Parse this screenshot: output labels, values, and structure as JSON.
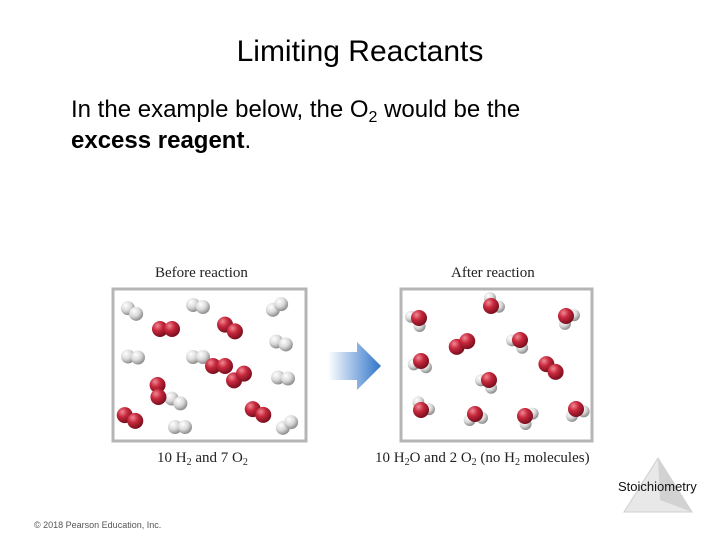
{
  "slide": {
    "title": "Limiting Reactants",
    "body_prefix": "In the example below, the O",
    "body_sub": "2",
    "body_mid": " would be the",
    "body_bold": "excess reagent",
    "body_end": ".",
    "footer": "© 2018 Pearson Education, Inc.",
    "section_label": "Stoichiometry"
  },
  "figure": {
    "before_title": "Before reaction",
    "after_title": "After reaction",
    "before_caption": {
      "a": "10 H",
      "a_sub": "2",
      "b": " and 7 O",
      "b_sub": "2"
    },
    "after_caption": {
      "a": "10 H",
      "a_sub": "2",
      "b": "O and 2 O",
      "b_sub": "2",
      "c": " (no H",
      "c_sub": "2",
      "d": " molecules)"
    },
    "before_counts": {
      "H2": 10,
      "O2": 7
    },
    "after_counts": {
      "H2O": 10,
      "O2": 2,
      "H2": 0
    },
    "colors": {
      "oxygen": "#c8283c",
      "hydrogen": "#d9d9d9",
      "arrow": "#2f74c9",
      "border": "#b5b5b5"
    }
  }
}
